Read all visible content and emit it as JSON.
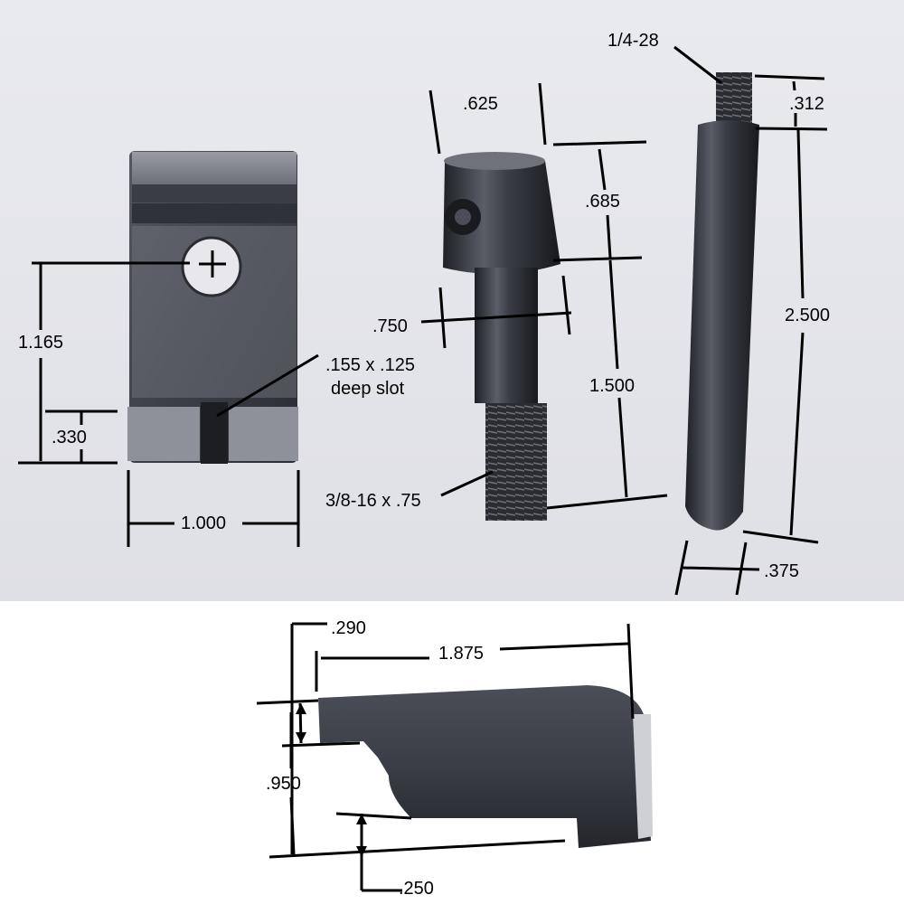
{
  "parts": {
    "block": {
      "dim_height": "1.165",
      "dim_slot_height": ".330",
      "dim_width": "1.000",
      "slot_note_line1": ".155 x .125",
      "slot_note_line2": "deep slot"
    },
    "screw": {
      "dim_head_diameter": ".625",
      "dim_head_height": ".685",
      "dim_shank_diameter": ".750",
      "dim_shank_length": "1.500",
      "thread_note": "3/8-16 x .75"
    },
    "pin": {
      "thread_note": "1/4-28",
      "dim_thread_length": ".312",
      "dim_length": "2.500",
      "dim_diameter": ".375"
    },
    "dog": {
      "dim_step": ".290",
      "dim_length": "1.875",
      "dim_height": ".950",
      "dim_foot": ".250"
    }
  },
  "colors": {
    "steel_dark": "#2b2d33",
    "steel_mid": "#4a4d55",
    "steel_light": "#7a7e88",
    "background": "#e4e5ea",
    "dimension_line": "#000000"
  }
}
